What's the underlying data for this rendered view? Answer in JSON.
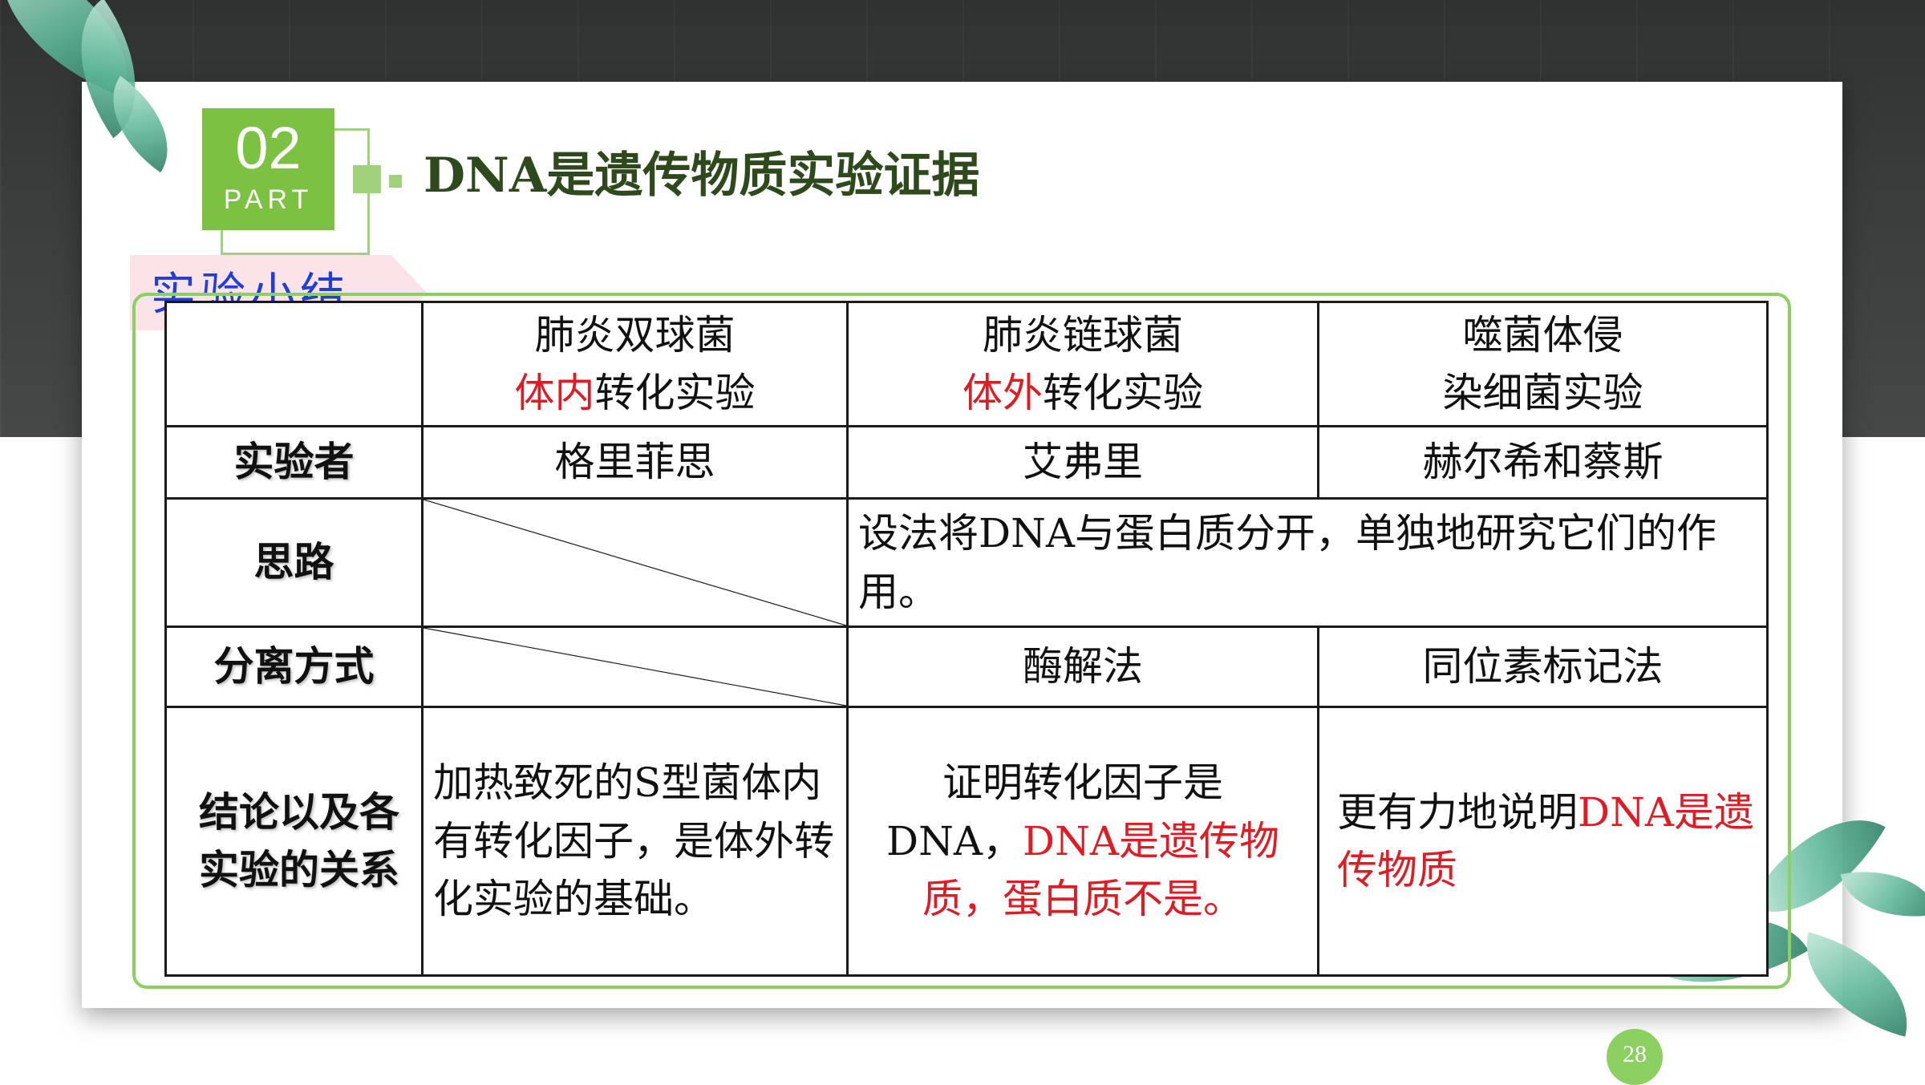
{
  "part": {
    "number": "02",
    "word": "PART"
  },
  "title": "DNA是遗传物质实验证据",
  "section_label": "实验小结",
  "table": {
    "header": {
      "col1": {
        "line1": "肺炎双球菌",
        "line2_highlight": "体内",
        "line2_rest": "转化实验"
      },
      "col2": {
        "line1": "肺炎链球菌",
        "line2_highlight": "体外",
        "line2_rest": "转化实验"
      },
      "col3": {
        "line1": "噬菌体侵",
        "line2": "染细菌实验"
      }
    },
    "experimenter": {
      "label": "实验者",
      "col1": "格里菲思",
      "col2": "艾弗里",
      "col3": "赫尔希和蔡斯"
    },
    "idea": {
      "label": "思路",
      "text": "设法将DNA与蛋白质分开，单独地研究它们的作用。"
    },
    "separation": {
      "label": "分离方式",
      "col2": "酶解法",
      "col3": "同位素标记法"
    },
    "conclusion": {
      "label": "结论以及各实验的关系",
      "col1": "加热致死的S型菌体内有转化因子，是体外转化实验的基础。",
      "col2_black": "证明转化因子是DNA，",
      "col2_red": "DNA是遗传物质，蛋白质不是。",
      "col3_black": "更有力地说明",
      "col3_red": "DNA是遗传物质"
    }
  },
  "page_number": "28",
  "colors": {
    "accent_green": "#7cc142",
    "highlight_red": "#e01b24",
    "name_blue": "#1f3fb8",
    "label_blue": "#1f3fd6"
  }
}
